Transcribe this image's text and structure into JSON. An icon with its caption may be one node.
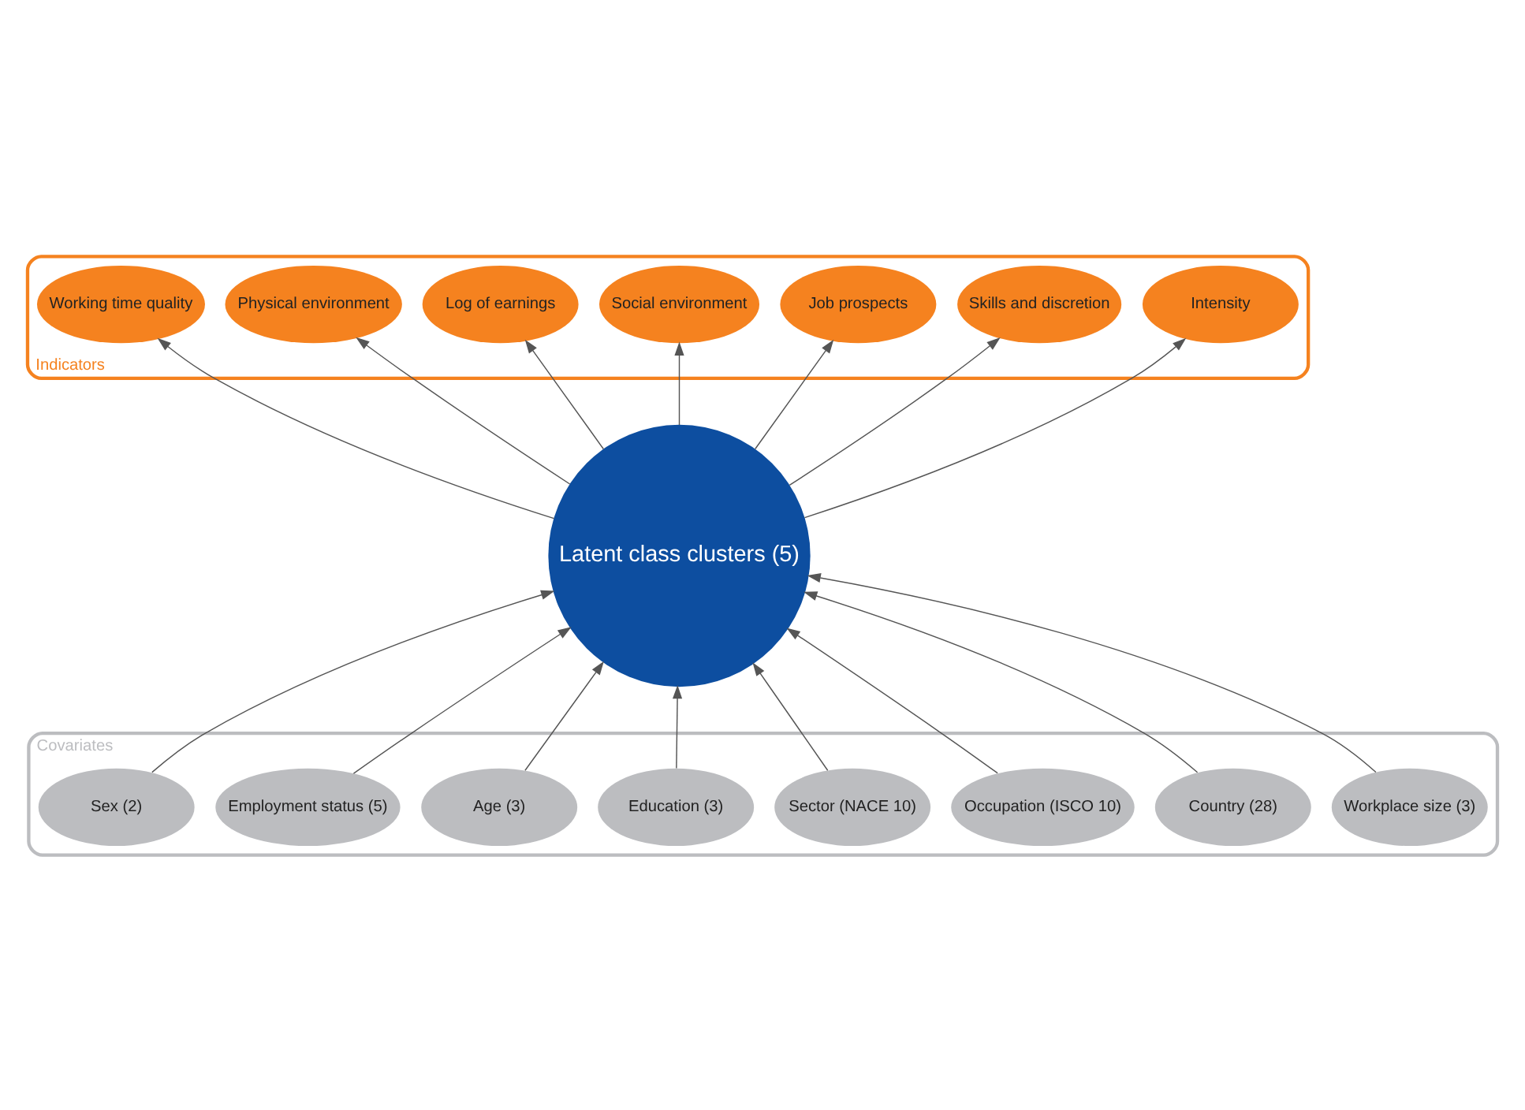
{
  "diagram": {
    "nodes": [
      {
        "text": [
          "Indicators"
        ]
      },
      {
        "text": [
          "Working time quality"
        ],
        "in": 0
      },
      {
        "text": [
          "Physical environment"
        ],
        "in": 0
      },
      {
        "text": [
          "Log of earnings"
        ],
        "in": 0
      },
      {
        "text": [
          "Social environment"
        ],
        "in": 0
      },
      {
        "text": [
          "Job prospects"
        ],
        "in": 0
      },
      {
        "text": [
          "Skills and discretion"
        ],
        "in": 0
      },
      {
        "text": [
          "Intensity"
        ],
        "in": 0
      },
      {
        "text": [
          "Latent class clusters (5)"
        ]
      },
      {
        "text": [
          "Covariates"
        ]
      },
      {
        "text": [
          "Sex (2)"
        ],
        "in": 9
      },
      {
        "text": [
          "Employment status (5)"
        ],
        "in": 9
      },
      {
        "text": [
          "Age (3)"
        ],
        "in": 9
      },
      {
        "text": [
          "Education (3)"
        ],
        "in": 9
      },
      {
        "text": [
          "Sector (NACE 10)"
        ],
        "in": 9
      },
      {
        "text": [
          "Occupation (ISCO 10)"
        ],
        "in": 9
      },
      {
        "text": [
          "Country (28)"
        ],
        "in": 9
      },
      {
        "text": [
          "Workplace size (3)"
        ],
        "in": 9
      }
    ],
    "edges": [
      {
        "from": 8,
        "to": 1,
        "arrow": "to"
      },
      {
        "from": 8,
        "to": 2,
        "arrow": "to"
      },
      {
        "from": 8,
        "to": 3,
        "arrow": "to"
      },
      {
        "from": 8,
        "to": 4,
        "arrow": "to"
      },
      {
        "from": 8,
        "to": 5,
        "arrow": "to"
      },
      {
        "from": 8,
        "to": 6,
        "arrow": "to"
      },
      {
        "from": 8,
        "to": 7,
        "arrow": "to"
      },
      {
        "from": 10,
        "to": 8,
        "arrow": "to"
      },
      {
        "from": 11,
        "to": 8,
        "arrow": "to"
      },
      {
        "from": 12,
        "to": 8,
        "arrow": "to"
      },
      {
        "from": 13,
        "to": 8,
        "arrow": "to"
      },
      {
        "from": 14,
        "to": 8,
        "arrow": "to"
      },
      {
        "from": 15,
        "to": 8,
        "arrow": "to"
      },
      {
        "from": 16,
        "to": 8,
        "arrow": "to"
      },
      {
        "from": 17,
        "to": 8,
        "arrow": "to"
      }
    ]
  }
}
